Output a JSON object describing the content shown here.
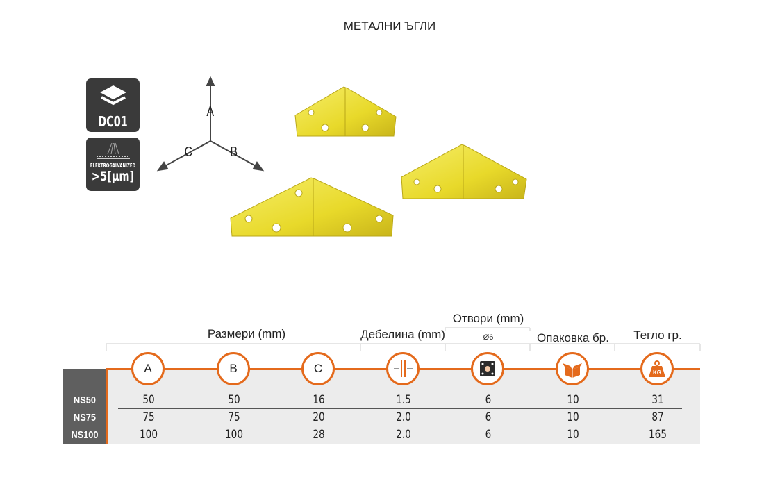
{
  "title": "МЕТАЛНИ ЪГЛИ",
  "badges": {
    "material": "DC01",
    "coating_label": "ELEKTROGALVANIZED",
    "coating_value": ">5[µm]"
  },
  "axes": {
    "a": "A",
    "b": "B",
    "c": "C"
  },
  "table": {
    "group_headers": {
      "dimensions": "Размери (mm)",
      "thickness": "Дебелина (mm)",
      "holes": "Отвори (mm)",
      "holes_sub": "Ø6",
      "packaging": "Опаковка бр.",
      "weight": "Тегло гр."
    },
    "icons": {
      "a": "A",
      "b": "B",
      "c": "C",
      "weight": "KG"
    },
    "rows": [
      {
        "model": "NS50",
        "a": "50",
        "b": "50",
        "c": "16",
        "thickness": "1.5",
        "holes": "6",
        "pack": "10",
        "weight": "31"
      },
      {
        "model": "NS75",
        "a": "75",
        "b": "75",
        "c": "20",
        "thickness": "2.0",
        "holes": "6",
        "pack": "10",
        "weight": "87"
      },
      {
        "model": "NS100",
        "a": "100",
        "b": "100",
        "c": "28",
        "thickness": "2.0",
        "holes": "6",
        "pack": "10",
        "weight": "165"
      }
    ]
  },
  "colors": {
    "accent": "#e46a1c",
    "dark": "#3a3a3a",
    "yellow": "#f2e23a"
  }
}
